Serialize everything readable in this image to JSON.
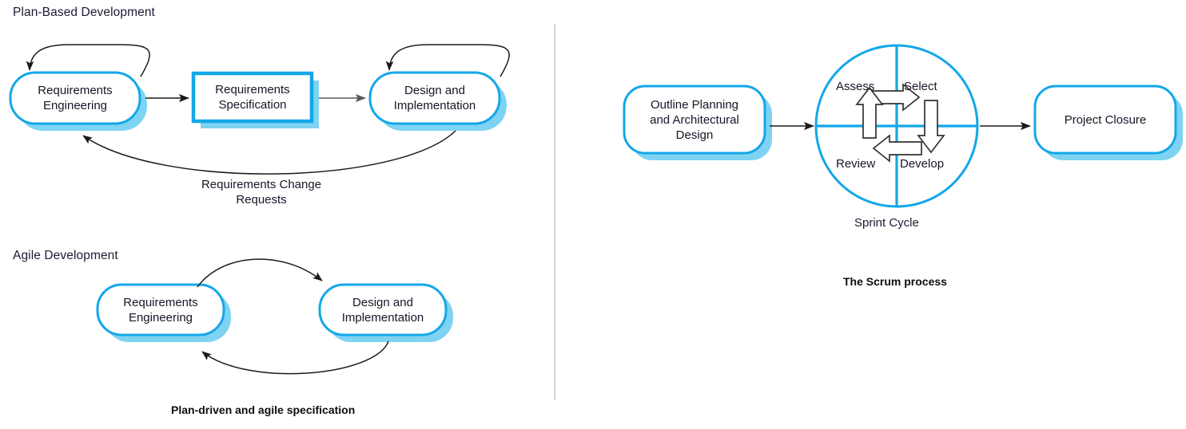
{
  "palette": {
    "node_border_blue": "#13A7E8",
    "node_shadow_blue": "#7FD3F2",
    "arrow_black": "#1a1a1a",
    "arrow_gray": "#5a5a5a",
    "divider_gray": "#c4c4c4",
    "text_dark": "#1b1b33",
    "node_fill": "#ffffff"
  },
  "left_panel": {
    "plan_section": {
      "title": "Plan-Based Development",
      "nodes": [
        {
          "id": "requirements-engineering",
          "label": "Requirements\nEngineering",
          "shape": "rounded"
        },
        {
          "id": "requirements-specification",
          "label": "Requirements\nSpecification",
          "shape": "rectangle"
        },
        {
          "id": "design-and-implementation",
          "label": "Design and\nImplementation",
          "shape": "rounded"
        }
      ],
      "feedback_label": "Requirements Change\nRequests",
      "self_loops": [
        "requirements-engineering",
        "design-and-implementation"
      ]
    },
    "agile_section": {
      "title": "Agile Development",
      "nodes": [
        {
          "id": "agile-requirements-engineering",
          "label": "Requirements\nEngineering",
          "shape": "rounded"
        },
        {
          "id": "agile-design-and-implementation",
          "label": "Design and\nImplementation",
          "shape": "rounded"
        }
      ]
    },
    "caption": "Plan-driven and agile specification"
  },
  "right_panel": {
    "nodes": [
      {
        "id": "outline-planning",
        "label": "Outline Planning\nand Architectural\nDesign",
        "shape": "rounded"
      },
      {
        "id": "project-closure",
        "label": "Project Closure",
        "shape": "rounded"
      }
    ],
    "sprint_cycle": {
      "label": "Sprint Cycle",
      "quadrants": [
        {
          "id": "assess",
          "label": "Assess",
          "position": "top-left"
        },
        {
          "id": "select",
          "label": "Select",
          "position": "top-right"
        },
        {
          "id": "review",
          "label": "Review",
          "position": "bottom-left"
        },
        {
          "id": "develop",
          "label": "Develop",
          "position": "bottom-right"
        }
      ],
      "flow_arrows": [
        {
          "id": "assess-to-select",
          "direction": "right"
        },
        {
          "id": "select-to-develop",
          "direction": "down"
        },
        {
          "id": "develop-to-review",
          "direction": "left"
        },
        {
          "id": "review-to-assess",
          "direction": "up"
        }
      ]
    },
    "caption": "The Scrum process"
  }
}
